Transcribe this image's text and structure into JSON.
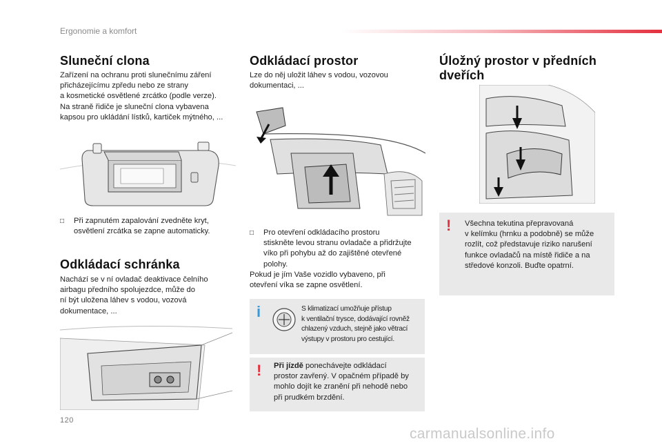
{
  "header": {
    "section": "Ergonomie a komfort",
    "page_number": "120"
  },
  "col1": {
    "sun_visor": {
      "title": "Sluneční clona",
      "text": "Zařízení na ochranu proti slunečnímu záření\npřicházejícímu zpředu nebo ze strany\na kosmetické osvětlené zrcátko (podle verze).\nNa straně řidiče je sluneční clona vybavena\nkapsou pro ukládání lístků, kartiček mýtného, ...",
      "bullet": "Při zapnutém zapalování zvedněte kryt,\nosvětlení zrcátka se zapne automaticky."
    },
    "glovebox": {
      "title": "Odkládací schránka",
      "text": "Nachází se v ní ovladač deaktivace čelního\nairbagu předního spolujezdce, může do\nní být uložena láhev s vodou, vozová\ndokumentace, ..."
    }
  },
  "col2": {
    "title": "Odkládací prostor",
    "text": "Lze do něj uložit láhev s vodou, vozovou\ndokumentaci, ...",
    "bullet": "Pro otevření odkládacího prostoru\nstiskněte levou stranu ovladače a přidržujte\nvíko při pohybu až do zajištěné otevřené\npolohy.",
    "after": "Pokud je jím Vaše vozidlo vybaveno, při\notevření víka se zapne osvětlení.",
    "info": "S klimatizací umožňuje přístup\nk ventilační trysce, dodávající rovněž\nchlazený vzduch, stejně jako větrací\nvýstupy v prostoru pro cestující.",
    "warning_bold": "Při jízdě",
    "warning_rest": " ponechávejte odkládací\nprostor zavřený. V opačném případě by\nmohlo dojít ke zranění při nehodě nebo\npři prudkém brzdění."
  },
  "col3": {
    "title": "Úložný prostor v předních\ndveřích",
    "warning": "Všechna tekutina přepravovaná\nv kelímku (hrnku a podobně) se může\nrozlít, což představuje riziko narušení\nfunkce ovladačů na místě řidiče a na\nstředové konzoli. Buďte opatrní."
  },
  "icons": {
    "bullet": "square-bullet-icon",
    "warning": "exclamation-icon",
    "info": "info-icon"
  },
  "watermark": "carmanualsonline.info"
}
